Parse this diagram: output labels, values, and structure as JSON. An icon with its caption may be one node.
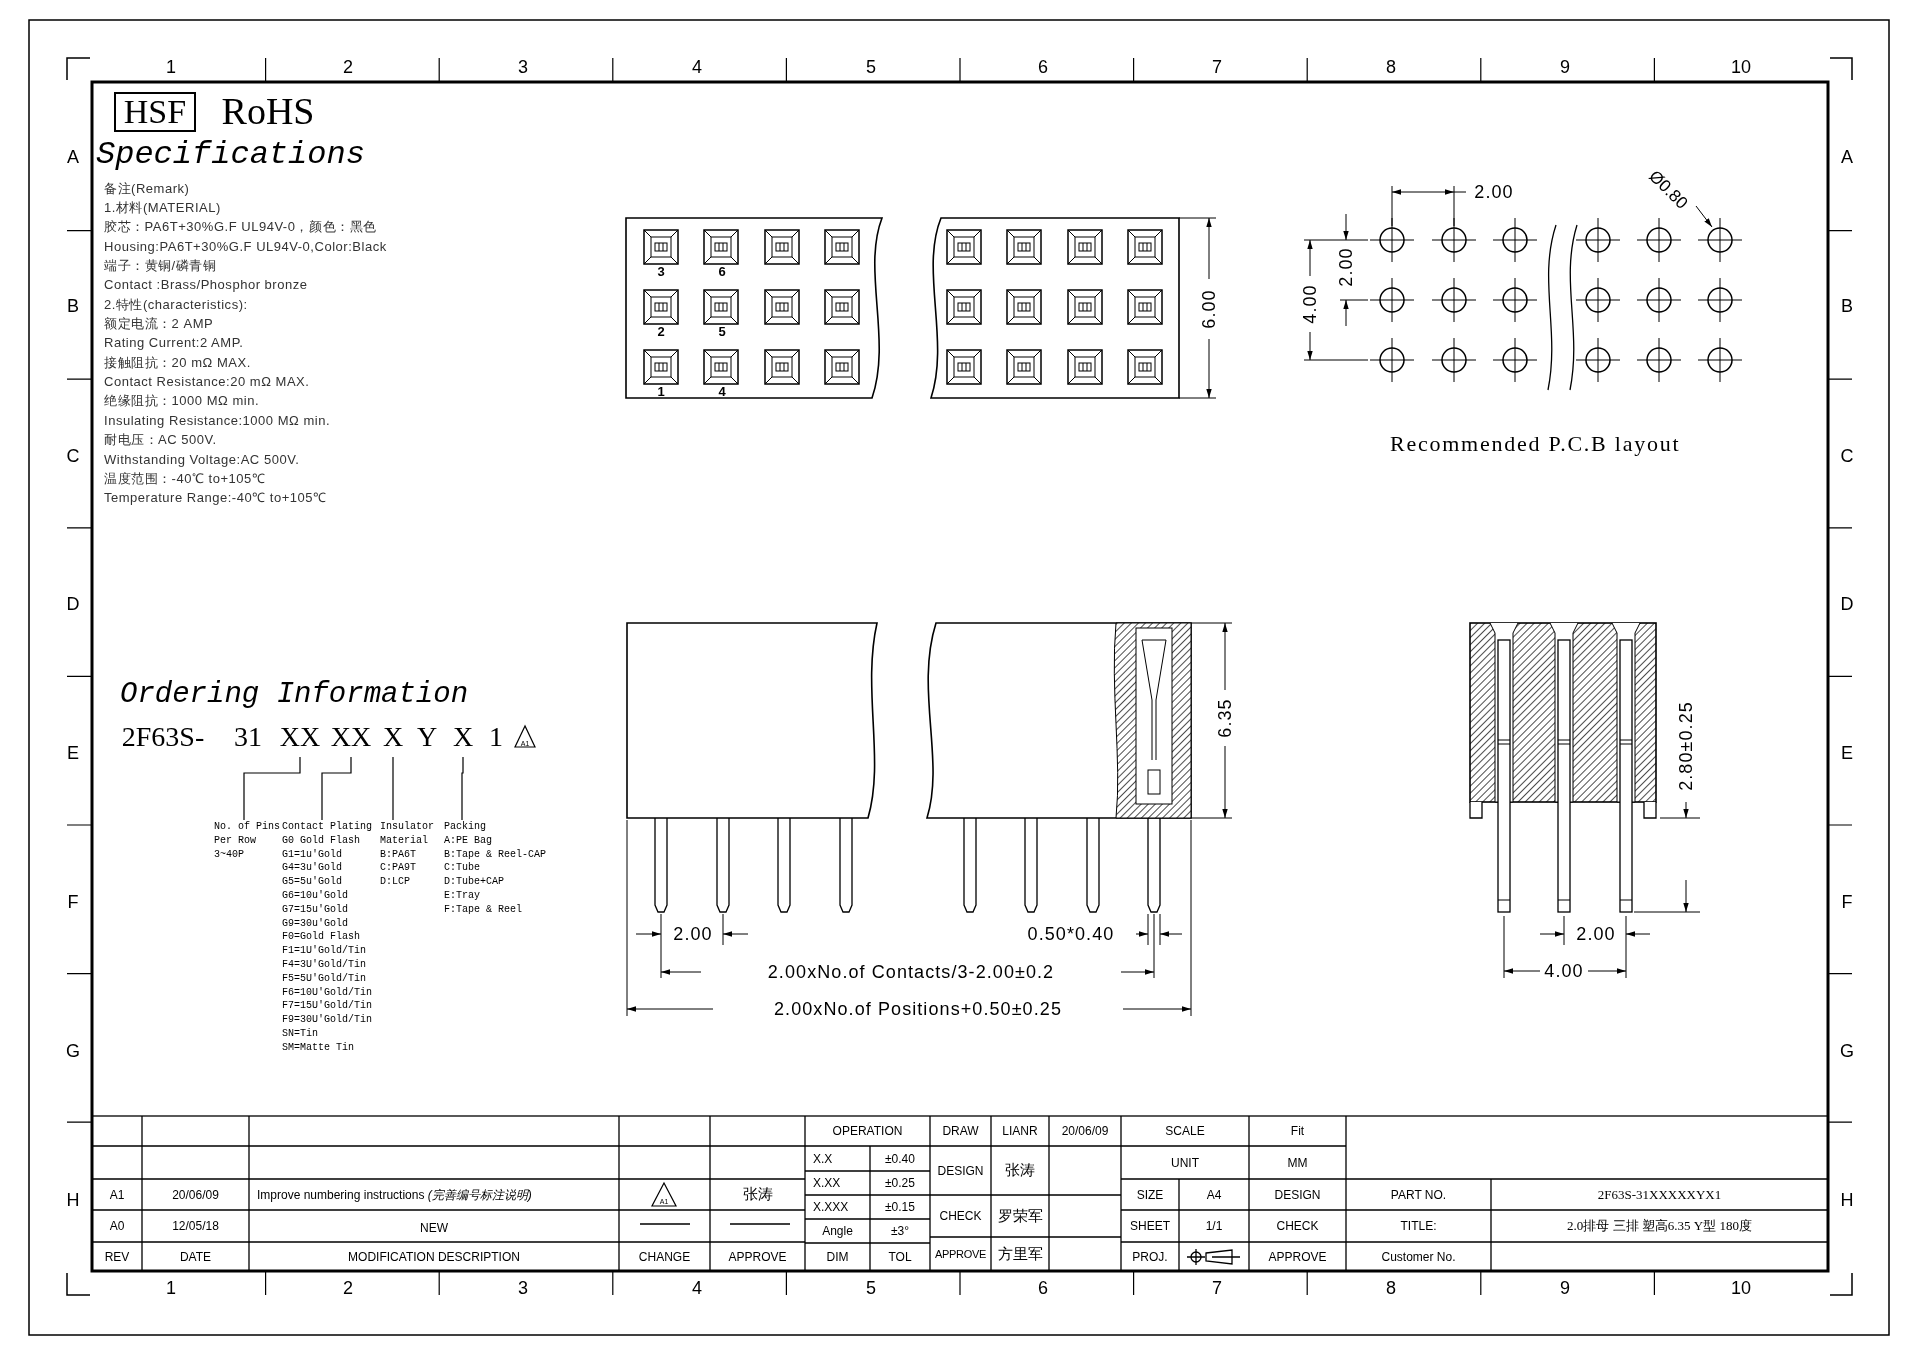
{
  "diagram": {
    "nodes": [
      {
        "text": [
          "XX"
        ]
      },
      {
        "text": [
          "XX"
        ]
      },
      {
        "text": [
          "X"
        ]
      },
      {
        "text": [
          "X"
        ]
      },
      {
        "text": [
          "No. of Pins Per Row",
          "3~40P"
        ]
      },
      {
        "text": [
          "Contact Plating",
          "G0 Gold Flash",
          "G1=1u'Gold",
          "G4=3u'Gold",
          "G5=5u'Gold",
          "G6=10u'Gold",
          "G7=15u'Gold",
          "G9=30u'Gold",
          "F0=Gold Flash",
          "F1=1U'Gold/Tin",
          "F4=3U'Gold/Tin",
          "F5=5U'Gold/Tin",
          "F6=10U'Gold/Tin",
          "F7=15U'Gold/Tin",
          "F9=30U'Gold/Tin",
          "SN=Tin",
          "SM=Matte Tin"
        ]
      },
      {
        "text": [
          "Insulator Material",
          "B:PA6T",
          "C:PA9T",
          "D:LCP"
        ]
      },
      {
        "text": [
          "Packing",
          "A:PE Bag",
          "B:Tape & Reel-CAP",
          "C:Tube",
          "D:Tube+CAP",
          "E:Tray",
          "F:Tape & Reel"
        ]
      }
    ],
    "edges": [
      {
        "from": 4,
        "to": 0,
        "arrow": "none"
      },
      {
        "from": 5,
        "to": 1,
        "arrow": "none"
      },
      {
        "from": 6,
        "to": 2,
        "arrow": "none"
      },
      {
        "from": 7,
        "to": 3,
        "arrow": "none"
      }
    ],
    "labels": [
      "1",
      "2",
      "3",
      "4",
      "5",
      "6",
      "7",
      "8",
      "9",
      "10",
      "A",
      "B",
      "C",
      "D",
      "E",
      "F",
      "G",
      "H",
      "A",
      "B",
      "C",
      "D",
      "E",
      "F",
      "G",
      "H",
      "1",
      "2",
      "3",
      "4",
      "5",
      "6",
      "7",
      "8",
      "9",
      "10",
      "HSF",
      "RoHS",
      "Specifications",
      "备注(Remark)",
      "1.材料(MATERIAL)",
      "胶芯：PA6T+30%G.F UL94V-0，颜色：黑色",
      "Housing:PA6T+30%G.F UL94V-0,Color:Black",
      "端子：黄铜/磷青铜",
      "Contact :Brass/Phosphor bronze",
      "2.特性(characteristics):",
      "额定电流：2 AMP",
      "Rating Current:2 AMP.",
      "接触阻抗：20 mΩ MAX.",
      "Contact Resistance:20 mΩ MAX.",
      "绝缘阻抗：1000 MΩ min.",
      "Insulating Resistance:1000 MΩ min.",
      "耐电压：AC 500V.",
      "Withstanding Voltage:AC 500V.",
      "温度范围：-40℃ to+105℃",
      "Temperature Range:-40℃ to+105℃",
      "3",
      "6",
      "2",
      "5",
      "1",
      "4",
      "6.00",
      "2.00",
      "Ø0.80",
      "4.00",
      "2.00",
      "Recommended P.C.B layout",
      "Ordering Information",
      "2F63S-",
      "31",
      "Y",
      "1",
      "A1",
      "6.35",
      "2.00",
      "0.50*0.40",
      "2.00xNo.of Contacts/3-2.00±0.2",
      "2.00xNo.of Positions+0.50±0.25",
      "2.80±0.25",
      "2.00",
      "4.00",
      "A1",
      "20/06/09",
      "Improve numbering instructions *(完善编号标注说明)*",
      "A1",
      "张涛",
      "A0",
      "12/05/18",
      "NEW",
      "REV",
      "DATE",
      "MODIFICATION DESCRIPTION",
      "CHANGE",
      "APPROVE",
      "OPERATION",
      "X.X",
      "±0.40",
      "X.XX",
      "±0.25",
      "X.XXX",
      "±0.15",
      "Angle",
      "±3°",
      "DIM",
      "TOL",
      "DRAW",
      "LIANR",
      "20/06/09",
      "DESIGN",
      "张涛",
      "CHECK",
      "罗荣军",
      "APPROVE",
      "方里军",
      "SCALE",
      "Fit",
      "UNIT",
      "MM",
      "SIZE",
      "A4",
      "DESIGN",
      "PART NO.",
      "2F63S-31XXXXXYX1",
      "SHEET",
      "1/1",
      "CHECK",
      "TITLE:",
      "2.0排母 三排 塑高6.35 Y型 180度",
      "PROJ.",
      "APPROVE",
      "Customer No."
    ]
  }
}
